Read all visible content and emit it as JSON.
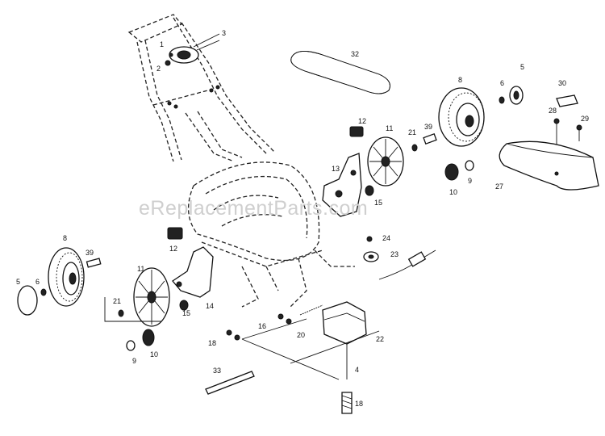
{
  "watermark": "eReplacementParts.com",
  "callouts": [
    {
      "label": "1"
    },
    {
      "label": "2"
    },
    {
      "label": "3"
    },
    {
      "label": "32"
    },
    {
      "label": "5"
    },
    {
      "label": "8"
    },
    {
      "label": "6"
    },
    {
      "label": "30"
    },
    {
      "label": "12"
    },
    {
      "label": "11"
    },
    {
      "label": "21"
    },
    {
      "label": "39"
    },
    {
      "label": "28"
    },
    {
      "label": "29"
    },
    {
      "label": "13"
    },
    {
      "label": "15"
    },
    {
      "label": "9"
    },
    {
      "label": "10"
    },
    {
      "label": "27"
    },
    {
      "label": "24"
    },
    {
      "label": "8"
    },
    {
      "label": "39"
    },
    {
      "label": "12"
    },
    {
      "label": "23"
    },
    {
      "label": "11"
    },
    {
      "label": "5"
    },
    {
      "label": "6"
    },
    {
      "label": "14"
    },
    {
      "label": "21"
    },
    {
      "label": "15"
    },
    {
      "label": "16"
    },
    {
      "label": "20"
    },
    {
      "label": "18"
    },
    {
      "label": "22"
    },
    {
      "label": "9"
    },
    {
      "label": "10"
    },
    {
      "label": "4"
    },
    {
      "label": "33"
    },
    {
      "label": "18"
    }
  ]
}
